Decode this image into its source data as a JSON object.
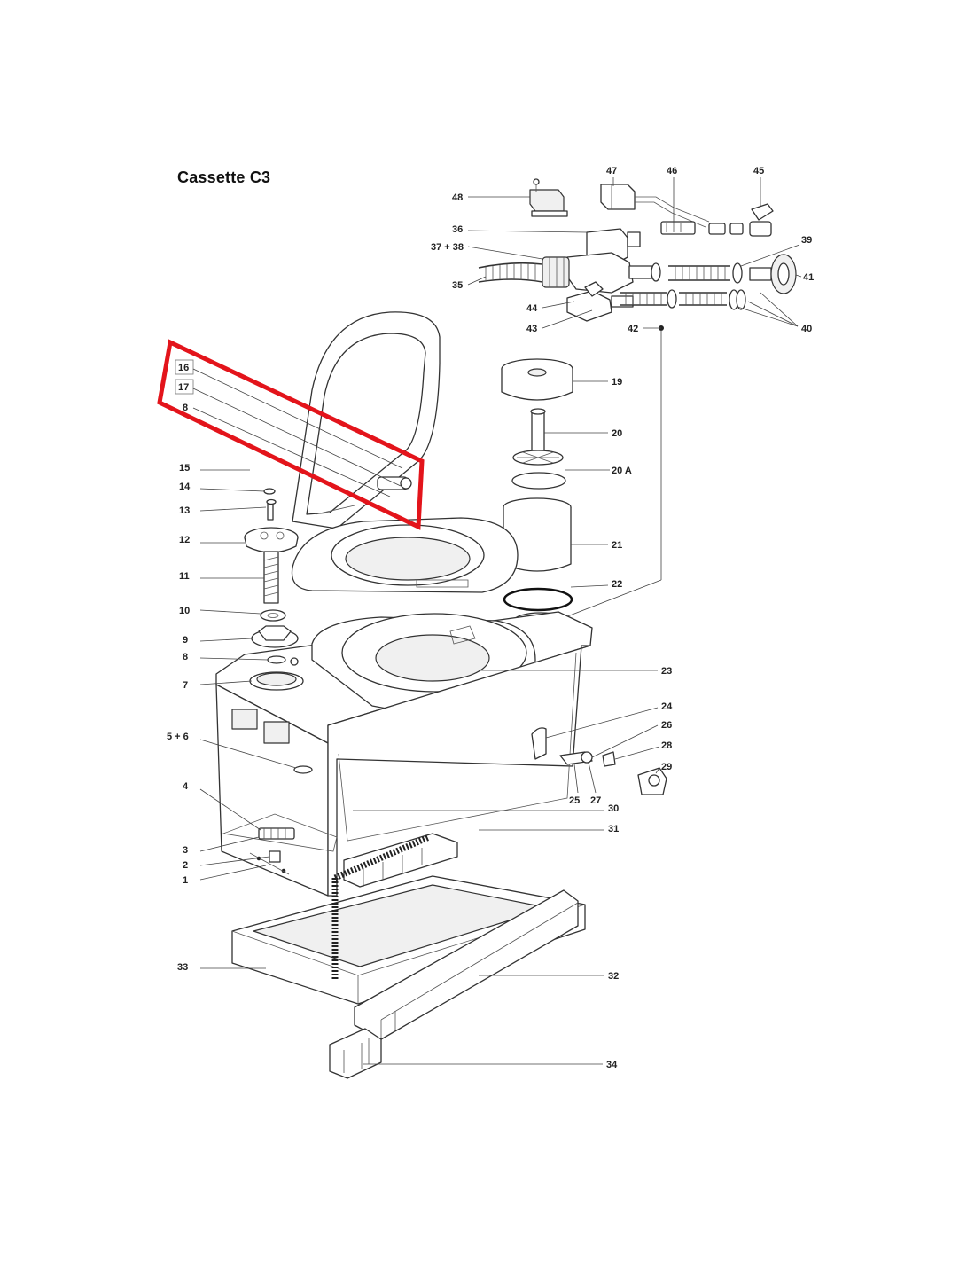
{
  "title": "Cassette C3",
  "highlight_color": "#e3141b",
  "labels": {
    "l1": "1",
    "l2": "2",
    "l3": "3",
    "l4": "4",
    "l5_6": "5 + 6",
    "l7": "7",
    "l8": "8",
    "l9": "9",
    "l10": "10",
    "l11": "11",
    "l12": "12",
    "l13": "13",
    "l14": "14",
    "l15": "15",
    "l16": "16",
    "l17": "17",
    "l8b": "8",
    "l19": "19",
    "l20": "20",
    "l20a": "20 A",
    "l21": "21",
    "l22": "22",
    "l23": "23",
    "l24": "24",
    "l25": "25",
    "l26": "26",
    "l27": "27",
    "l28": "28",
    "l29": "29",
    "l30": "30",
    "l31": "31",
    "l32": "32",
    "l33": "33",
    "l34": "34",
    "l35": "35",
    "l36": "36",
    "l37_38": "37 + 38",
    "l39": "39",
    "l40": "40",
    "l41": "41",
    "l42": "42",
    "l43": "43",
    "l44": "44",
    "l45": "45",
    "l46": "46",
    "l47": "47",
    "l48": "48"
  }
}
